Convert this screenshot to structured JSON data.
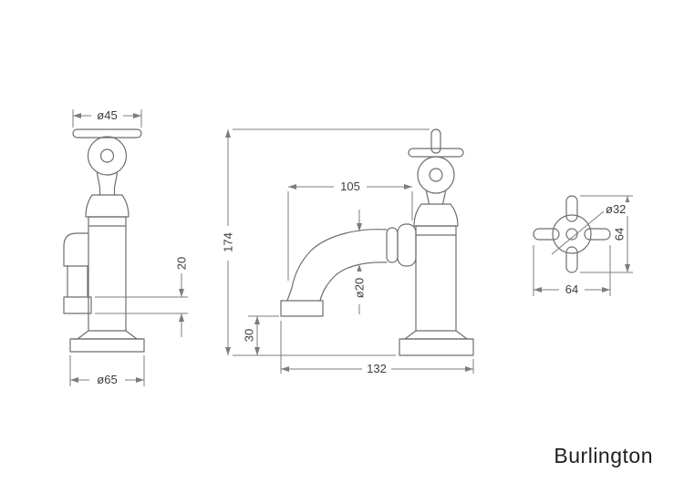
{
  "brand": "Burlington",
  "drawing": {
    "front_view": {
      "handle_width": "ø45",
      "tip_detail": "20",
      "base_diameter": "ø65"
    },
    "side_view": {
      "spout_reach": "105",
      "overall_height": "174",
      "spout_diameter": "ø20",
      "tip_clearance": "30",
      "overall_depth": "132"
    },
    "handle_view": {
      "hub_diameter": "ø32",
      "height": "64",
      "width": "64"
    }
  }
}
